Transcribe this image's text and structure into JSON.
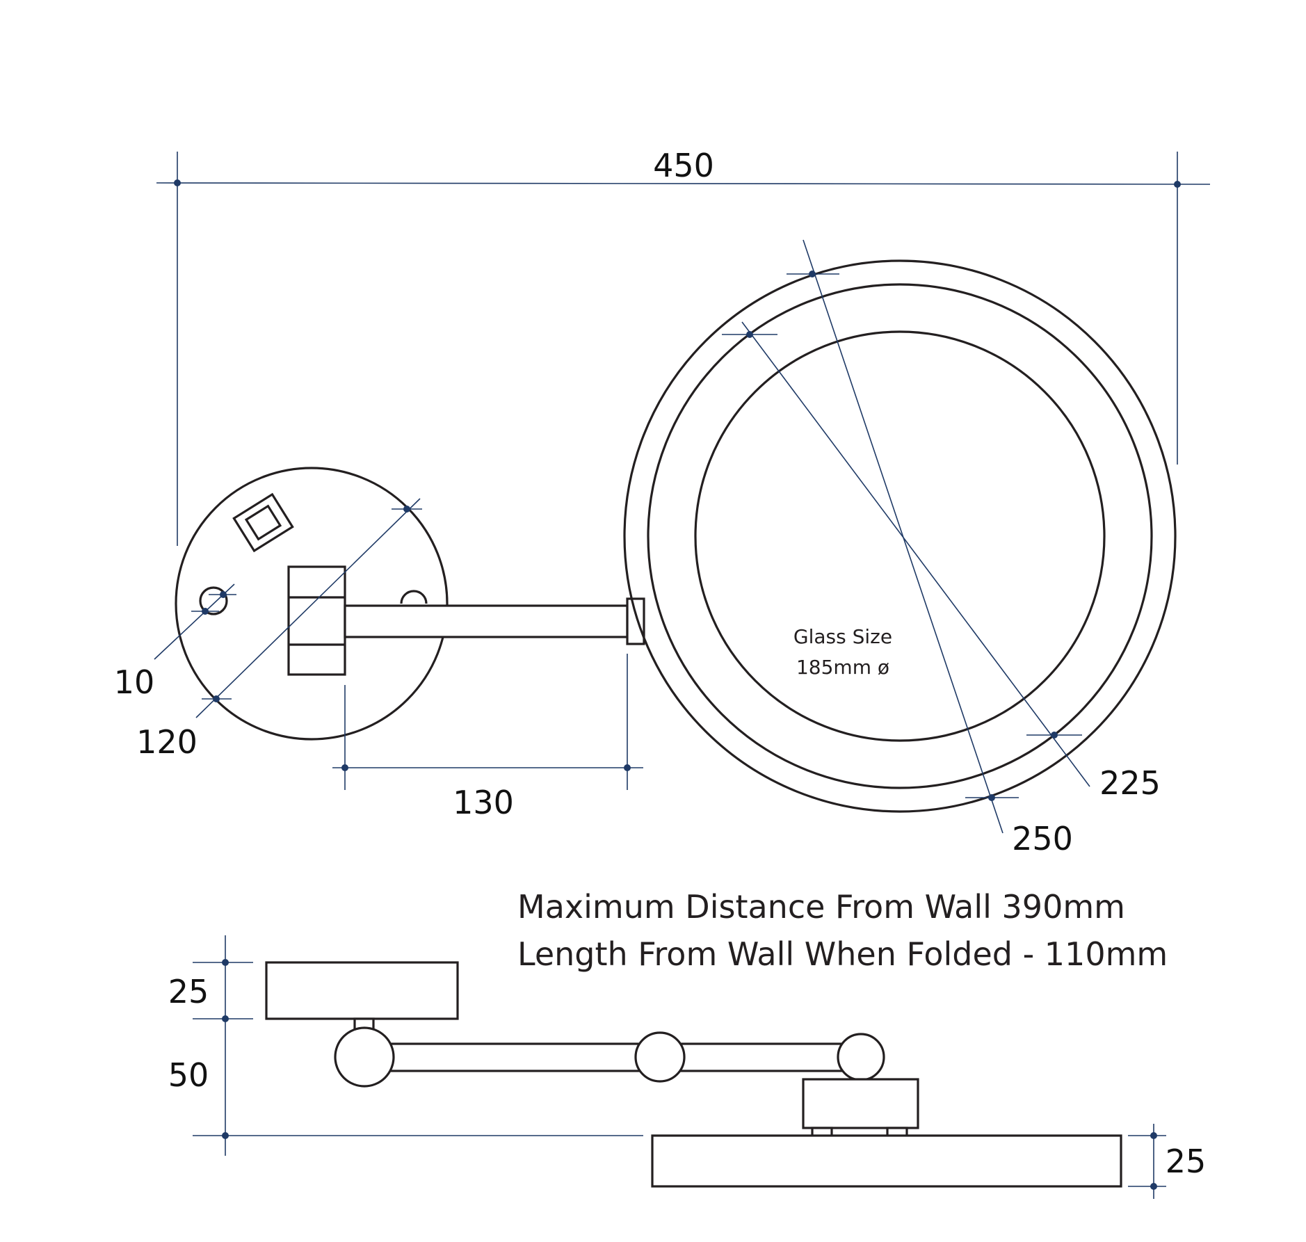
{
  "dimensions": {
    "overall_width": "450",
    "hole_diameter": "10",
    "backplate_diameter": "120",
    "arm_length": "130",
    "mirror_inner_diameter": "225",
    "mirror_outer_diameter": "250",
    "backplate_depth": "25",
    "arm_offset": "50",
    "mirror_depth": "25"
  },
  "glass": {
    "line1": "Glass Size",
    "line2": "185mm ø"
  },
  "notes": {
    "max_distance": "Maximum Distance From Wall 390mm",
    "folded_length": "Length From Wall When Folded - 110mm"
  }
}
